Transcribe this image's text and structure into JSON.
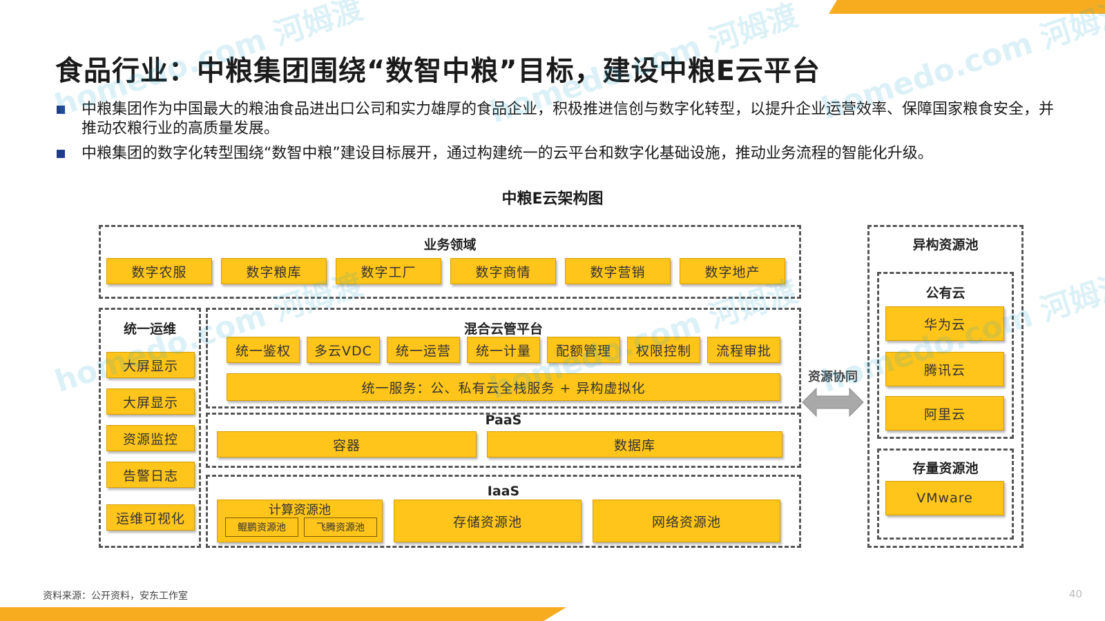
{
  "title": "食品行业：中粮集团围绕“数智中粮”目标，建设中粮E云平台",
  "bullets": [
    "中粮集团作为中国最大的粮油食品进出口公司和实力雄厚的食品企业，积极推进信创与数字化转型，以提升企业运营效率、保障国家粮食安全，并推动农粮行业的高质量发展。",
    "中粮集团的数字化转型围绕“数智中粮”建设目标展开，通过构建统一的云平台和数字化基础设施，推动业务流程的智能化升级。"
  ],
  "diagram": {
    "title": "中粮E云架构图",
    "business": {
      "label": "业务领域",
      "items": [
        "数字农服",
        "数字粮库",
        "数字工厂",
        "数字商情",
        "数字营销",
        "数字地产"
      ]
    },
    "ops": {
      "label": "统一运维",
      "items": [
        "大屏显示",
        "大屏显示",
        "资源监控",
        "告警日志",
        "运维可视化"
      ]
    },
    "hybrid": {
      "label": "混合云管平台",
      "items": [
        "统一鉴权",
        "多云VDC",
        "统一运营",
        "统一计量",
        "配额管理",
        "权限控制",
        "流程审批"
      ],
      "service": "统一服务：公、私有云全栈服务 + 异构虚拟化"
    },
    "paas": {
      "label": "PaaS",
      "items": [
        "容器",
        "数据库"
      ]
    },
    "iaas": {
      "label": "IaaS",
      "compute": {
        "label": "计算资源池",
        "items": [
          "鲲鹏资源池",
          "飞腾资源池"
        ]
      },
      "storage": "存储资源池",
      "network": "网络资源池"
    },
    "arrow_label": "资源协同",
    "hetero": {
      "label": "异构资源池",
      "public": {
        "label": "公有云",
        "items": [
          "华为云",
          "腾讯云",
          "阿里云"
        ]
      },
      "legacy": {
        "label": "存量资源池",
        "items": [
          "VMware"
        ]
      }
    }
  },
  "source": "资料来源：公开资料，安东工作室",
  "page_number": "40",
  "watermark": {
    "text": "homedo.com 河姆渡"
  },
  "colors": {
    "box_fill": "#ffc51a",
    "accent_band": "#f7ac1f",
    "bullet": "#1f3c88",
    "arrow": "#a9a9a9"
  }
}
